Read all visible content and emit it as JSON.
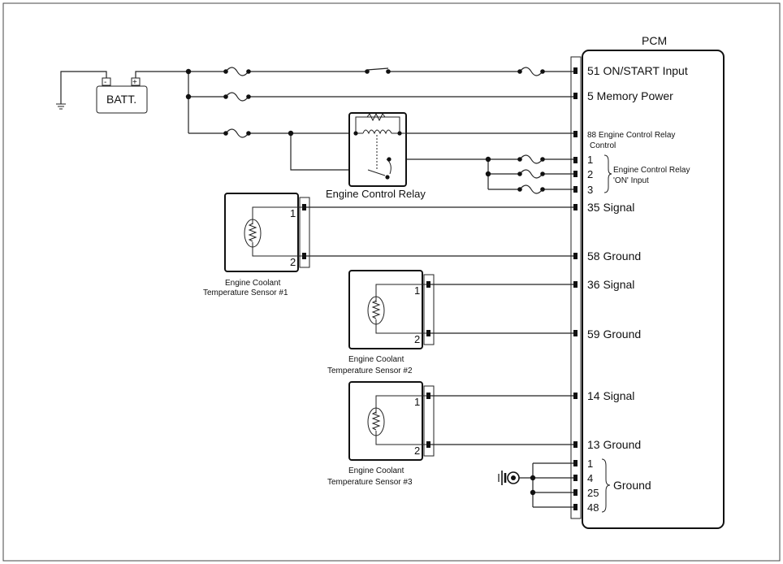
{
  "pcm": {
    "title": "PCM",
    "pins": [
      {
        "label": "51 ON/START Input"
      },
      {
        "label": "5 Memory Power"
      },
      {
        "label": "88 Engine Control Relay"
      },
      {
        "label": "Control"
      },
      {
        "label": "1"
      },
      {
        "label": "2"
      },
      {
        "label": "3"
      },
      {
        "label": "35 Signal"
      },
      {
        "label": "58 Ground"
      },
      {
        "label": "36 Signal"
      },
      {
        "label": "59 Ground"
      },
      {
        "label": "14 Signal"
      },
      {
        "label": "13 Ground"
      },
      {
        "label": "1"
      },
      {
        "label": "4"
      },
      {
        "label": "25"
      },
      {
        "label": "48"
      }
    ],
    "relay_on_group": [
      "Engine Control Relay",
      "'ON' Input"
    ],
    "ground_group": "Ground"
  },
  "battery": {
    "label": "BATT.",
    "neg": "-",
    "pos": "+"
  },
  "relay": {
    "label": "Engine Control Relay"
  },
  "sensors": [
    {
      "line1": "Engine Coolant",
      "line2": "Temperature Sensor #1",
      "pin1": "1",
      "pin2": "2"
    },
    {
      "line1": "Engine Coolant",
      "line2": "Temperature Sensor #2",
      "pin1": "1",
      "pin2": "2"
    },
    {
      "line1": "Engine Coolant",
      "line2": "Temperature Sensor #3",
      "pin1": "1",
      "pin2": "2"
    }
  ]
}
